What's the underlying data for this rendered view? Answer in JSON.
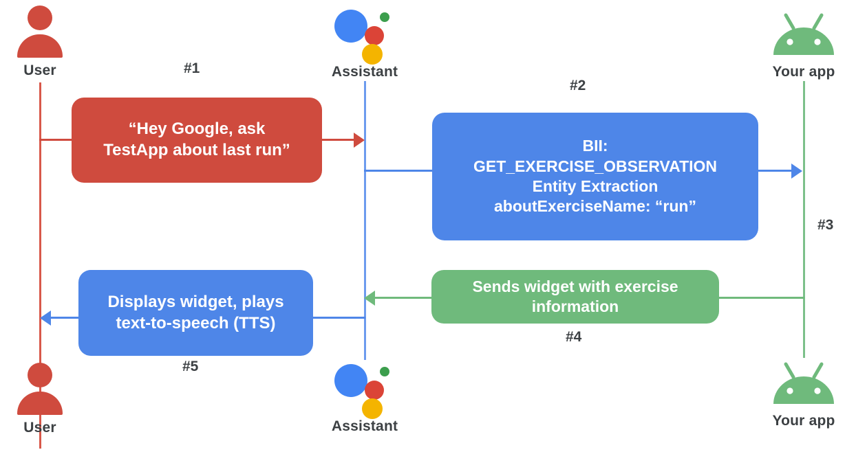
{
  "diagram": {
    "title": "Google Assistant App Actions sequence diagram",
    "colors": {
      "red": "#CF4B3E",
      "blue": "#4E86E8",
      "green": "#6FBA7C",
      "text": "#3C4043",
      "background": "#FFFFFF",
      "assistant_blue_dot": "#4285F4",
      "assistant_red_dot": "#DB4437",
      "assistant_green_dot": "#3C9E4D",
      "assistant_yellow_dot": "#F4B400"
    }
  },
  "actors": {
    "top": [
      {
        "id": "user",
        "label": "User",
        "icon": "user-icon"
      },
      {
        "id": "assistant",
        "label": "Assistant",
        "icon": "google-assistant-icon"
      },
      {
        "id": "app",
        "label": "Your app",
        "icon": "android-icon"
      }
    ],
    "bottom": [
      {
        "id": "user",
        "label": "User",
        "icon": "user-icon"
      },
      {
        "id": "assistant",
        "label": "Assistant",
        "icon": "google-assistant-icon"
      },
      {
        "id": "app",
        "label": "Your app",
        "icon": "android-icon"
      }
    ]
  },
  "steps": [
    {
      "id": "step1",
      "number": "#1"
    },
    {
      "id": "step2",
      "number": "#2"
    },
    {
      "id": "step3",
      "number": "#3"
    },
    {
      "id": "step4",
      "number": "#4"
    },
    {
      "id": "step5",
      "number": "#5"
    }
  ],
  "messages": {
    "utterance": {
      "color": "red",
      "lines": [
        "“Hey Google, ask",
        "TestApp about last run”"
      ]
    },
    "bii": {
      "color": "blue",
      "lines": [
        "BII:",
        "GET_EXERCISE_OBSERVATION",
        "Entity Extraction",
        "aboutExerciseName: “run”"
      ]
    },
    "widget_response": {
      "color": "green",
      "lines": [
        "Sends widget with exercise",
        "information"
      ]
    },
    "display": {
      "color": "blue",
      "lines": [
        "Displays widget, plays",
        "text-to-speech (TTS)"
      ]
    }
  }
}
